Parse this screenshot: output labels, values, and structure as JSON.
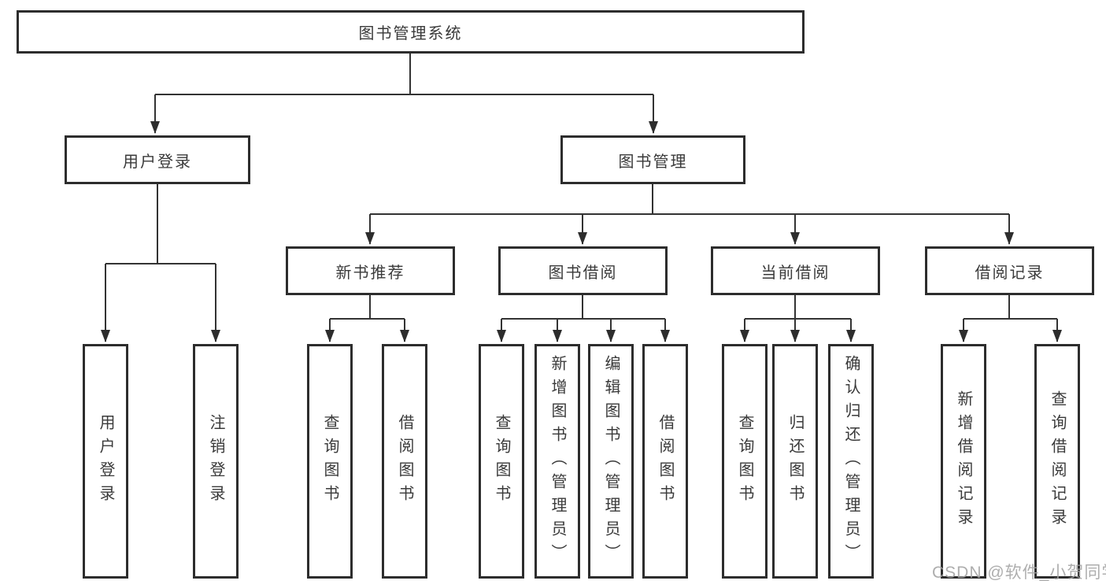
{
  "diagram_title": "图书管理系统",
  "tree": {
    "root": {
      "label": "图书管理系统",
      "children": [
        {
          "label": "用户登录",
          "children": [
            {
              "label": "用户登录"
            },
            {
              "label": "注销登录"
            }
          ]
        },
        {
          "label": "图书管理",
          "children": [
            {
              "label": "新书推荐",
              "children": [
                {
                  "label": "查询图书"
                },
                {
                  "label": "借阅图书"
                }
              ]
            },
            {
              "label": "图书借阅",
              "children": [
                {
                  "label": "查询图书"
                },
                {
                  "label": "新增图书（管理员）"
                },
                {
                  "label": "编辑图书（管理员）"
                },
                {
                  "label": "借阅图书"
                }
              ]
            },
            {
              "label": "当前借阅",
              "children": [
                {
                  "label": "查询图书"
                },
                {
                  "label": "归还图书"
                },
                {
                  "label": "确认归还（管理员）"
                }
              ]
            },
            {
              "label": "借阅记录",
              "children": [
                {
                  "label": "新增借阅记录"
                },
                {
                  "label": "查询借阅记录"
                }
              ]
            }
          ]
        }
      ]
    }
  },
  "watermark": {
    "text": "CSDN @软件_小贺同学"
  },
  "colors": {
    "line": "#333333",
    "box_border": "#2d2d2d",
    "text": "#3a3a3a",
    "watermark": "#a3a3a3"
  }
}
